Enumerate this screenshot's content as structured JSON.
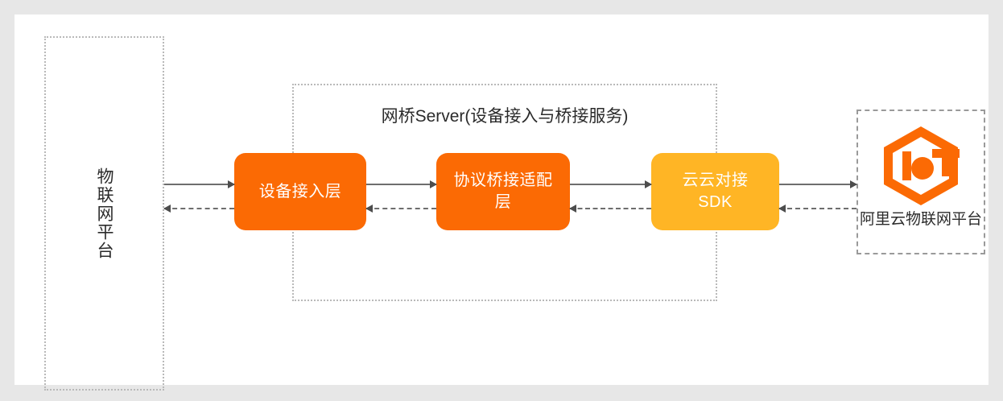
{
  "diagram": {
    "left_platform": {
      "label": "物联网平台",
      "border_style": "dotted"
    },
    "bridge_server": {
      "title": "网桥Server(设备接入与桥接服务)",
      "border_style": "dotted",
      "boxes": [
        {
          "label": "设备接入层",
          "color": "#fb6a04",
          "name": "device-access-layer"
        },
        {
          "label": "协议桥接适配层",
          "color": "#fb6a04",
          "name": "protocol-bridge-adapter-layer"
        },
        {
          "label": "云云对接\nSDK",
          "color": "#ffb525",
          "name": "cloud-to-cloud-sdk"
        }
      ]
    },
    "right_platform": {
      "label": "阿里云物联网平台",
      "logo": "iot-hexagon-logo",
      "logo_color": "#fb6a04",
      "border_style": "dashed"
    },
    "connectors": {
      "forward_style": "solid-arrow-right",
      "return_style": "dashed-arrow-left",
      "line_color": "#6e6e6e"
    },
    "colors": {
      "page_background": "#e7e7e7",
      "panel_background": "#ffffff",
      "orange": "#fb6a04",
      "amber": "#ffb525",
      "border_gray": "#b9b9b9",
      "text": "#2b2b2b"
    }
  }
}
